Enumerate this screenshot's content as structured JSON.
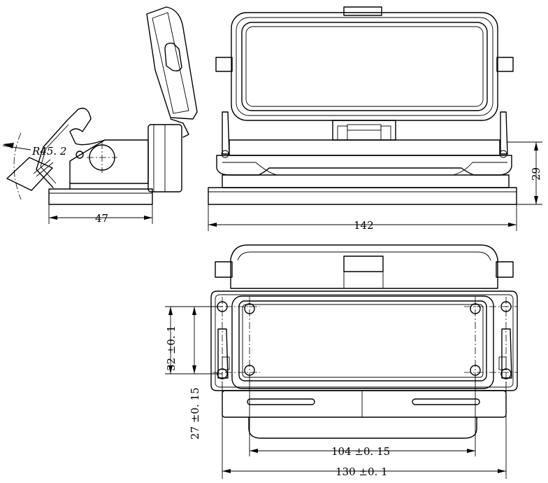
{
  "dimensions": {
    "width_side": "47",
    "radius": "R45. 2",
    "length_front": "142",
    "height_front": "29",
    "vertical_holes": "32  ±0. 1",
    "vertical_edge": "27  ±0. 15",
    "hole_spacing": "104  ±0. 15",
    "overall_width": "130  ±0. 1"
  }
}
